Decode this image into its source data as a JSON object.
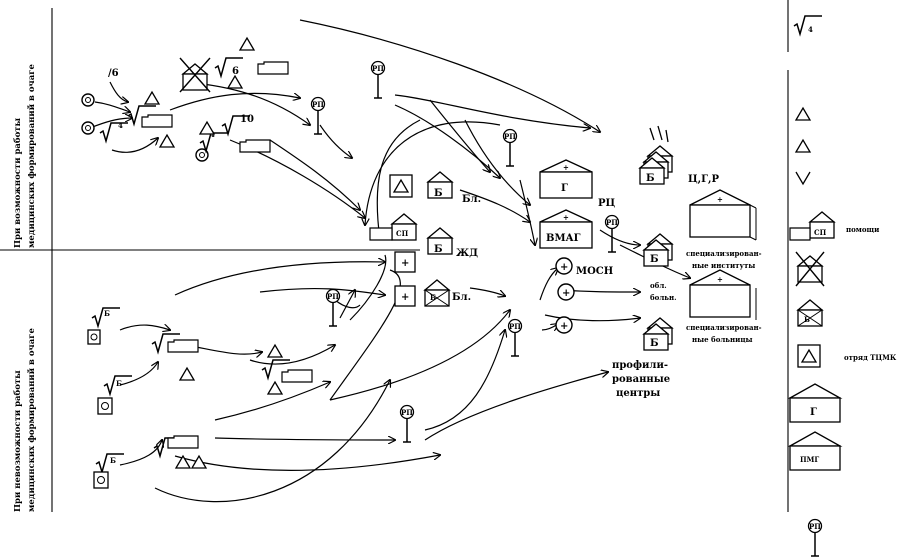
{
  "side_labels": {
    "top_line1": "При возможности работы",
    "top_line2": "медицинских формирований в очаге",
    "bottom_line1": "При невозможности работы",
    "bottom_line2": "медицинских формирований в очаге"
  },
  "markers": {
    "rp": "РП",
    "rc": "РЦ",
    "plus": "+",
    "cross": "✕"
  },
  "unit_labels": {
    "b": "Б",
    "sp": "СП",
    "g": "Г",
    "vmag": "ВМАГ",
    "pmg": "ПМГ"
  },
  "numbers": {
    "n6": "6",
    "n4": "4",
    "n10": "10",
    "slash6": "/6"
  },
  "center_labels": {
    "bl1": "Бл.",
    "zhd": "ЖД",
    "bl2": "Бл.",
    "mosn": "МОСН",
    "cgr": "Ц,Г,Р",
    "rc_label": "РЦ"
  },
  "right_labels": {
    "spec_inst_1": "специализирован-",
    "spec_inst_2": "ные институты",
    "obl_1": "обл.",
    "obl_2": "больн.",
    "spec_hosp_1": "специализирован-",
    "spec_hosp_2": "ные больницы",
    "prof_1": "профили-",
    "prof_2": "рованные",
    "prof_3": "центры"
  },
  "legend": {
    "n4": "4",
    "pomosch": "помощи",
    "sp": "СП",
    "b": "Б",
    "otryad": "отряд ТЦМК",
    "g": "Г",
    "pmg": "ПМГ",
    "rp": "РП"
  }
}
